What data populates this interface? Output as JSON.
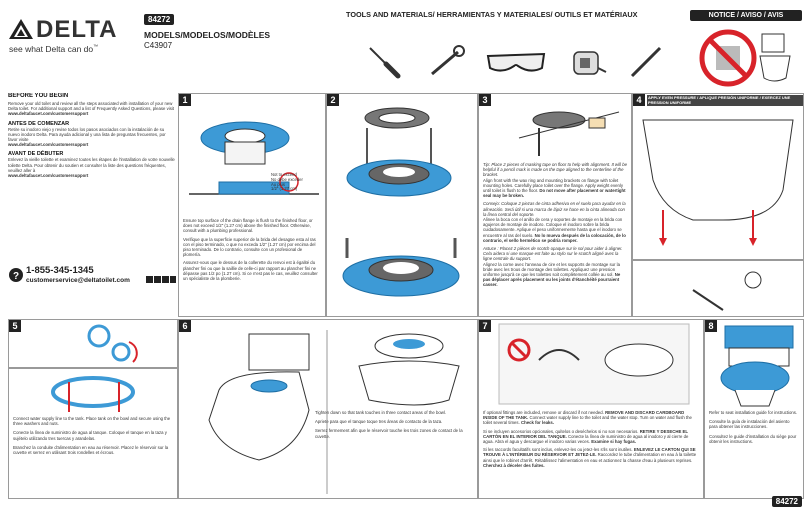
{
  "brand": {
    "name": "DELTA",
    "tagline": "see what Delta can do",
    "tm": "™"
  },
  "model": {
    "code": "84272",
    "title": "MODELS/MODELOS/MODÈLES",
    "number": "C43907"
  },
  "tools": {
    "heading": "TOOLS AND MATERIALS/ HERRAMIENTAS Y MATERIALES/ OUTILS ET MATÉRIAUX"
  },
  "notice": {
    "heading": "NOTICE / AVISO / AVIS"
  },
  "before": {
    "en_title": "BEFORE YOU BEGIN",
    "en_body": "Remove your old toilet and review all the steps associated with installation of your new Delta toilet. For additional support and a list of Frequently Asked Questions, please visit",
    "en_url": "www.deltafaucet.com/customersupport",
    "es_title": "ANTES DE COMENZAR",
    "es_body": "Retire su inodoro viejo y revise todos los pasos asociados con la instalación de su nuevo inodoro Delta. Para ayuda adicional y una lista de preguntas frecuentes, por favor visite",
    "es_url": "www.deltafaucet.com/customersupport",
    "fr_title": "AVANT DE DÉBUTER",
    "fr_body": "Enlevez la vieille toilette et examinez toutes les étapes de l'installation de votre nouvelle toilette Delta. Pour obtenir du soutien et consulter la liste des questions fréquentes, veuillez aller à",
    "fr_url": "www.deltafaucet.com/customersupport",
    "phone": "1-855-345-1345",
    "email": "customerservice@deltatoilet.com"
  },
  "steps": {
    "s1": {
      "num": "1",
      "callout": "Not to exceed\nNo debe exceder\nAu plus\n1/2\" (1.27 cm)",
      "en": "Ensure top surface of the drain flange is flush to the finished floor, or does not exceed 1/2\" (1.27 cm) above the finished floor. Otherwise, consult with a plumbing professional.",
      "es": "Verifique que la superficie superior de la brida del desagüe esta al ras con el piso terminado, o que no exceda 1/2\" (1.27 cm) por encima del piso terminado. De lo contrario, consulte con un profesional de plomería.",
      "fr": "Assurez-vous que le dessus de la collerette du renvoi est à égalité du plancher fini ou que la saillie de celle-ci par rapport au plancher fini ne dépasse pas 1/2 po (1.27 cm). Si ce n'est pas le cas, veuillez consulter un spécialiste de la plomberie."
    },
    "s2": {
      "num": "2"
    },
    "s3": {
      "num": "3",
      "tip_en": "Tip: Place 2 pieces of masking tape on floor to help with alignment. It will be helpful if a pencil mark is made on the tape aligned to the centerline of the bracket.",
      "en": "Align front with the wax ring and mounting brackets on flange with toilet mounting holes. Carefully place toilet over the flange. Apply weight evenly until toilet is flush to the floor.",
      "en_bold": "Do not move after placement or watertight seal may be broken.",
      "tip_es": "Consejo: Coloque 2 piezas de cinta adhesiva en el suelo para ayudar en la alineación. Será útil si una marca de lápiz se hace en la cinta alineada con la línea central del soporte.",
      "es": "Alinee la boca con el anillo de cera y soportes de montaje en la brida con agujeros de montaje de inodoro. Coloque el inodoro sobre la brida cuidadosamente. Aplique el peso uniformemente hasta que el inodoro se encuentre al ras del suelo.",
      "es_bold": "No lo mueva después de la colocación, de lo contrario, el sello hermético se podría romper.",
      "tip_fr": "Astuce : Placez 2 pièces de scotch opaque sur le sol pour aider à aligner. Cela aidera si une marque est faite au stylo sur le scotch aligné avec la ligne centrale du support.",
      "fr": "Alignez la corne avec l'anneau de cire et les supports de montage sur la bride avec les trous de montage des toilettes. Appliquez une pression uniforme jusqu'à ce que les toilettes soit complètement collée au sol.",
      "fr_bold": "Ne pas déplacer après placement ou les joints d'étanchéité pourraient casser."
    },
    "s4": {
      "num": "4",
      "banner": "APPLY EVEN PRESSURE / APLIQUE PRESIÓN UNIFORME / EXERCEZ UNE PRESSION UNIFORME"
    },
    "s5": {
      "num": "5",
      "en": "Connect water supply line to the tank. Place tank on the bowl and secure using the three washers and nuts.",
      "es": "Conecte la línea de suministro de agua al tanque. Coloque el tanque en la taza y sujételo utilizando tres tuercas y arandelas.",
      "fr": "Branchez la conduite d'alimentation en eau au réservoir. Placez le réservoir sur la cuvette et serrez en utilisant trois rondelles et écrous."
    },
    "s6": {
      "num": "6",
      "en": "Tighten down so that tank touches in three contact areas of the bowl.",
      "es": "Apriete para que el tanque toque tres áreas de contacto de la taza.",
      "fr": "Serrez fermement afin que le réservoir touche les trois zones de contact de la cuvette."
    },
    "s7": {
      "num": "7",
      "en": "If optional fittings are included, remove or discard if not needed.",
      "en_bold": "REMOVE AND DISCARD CARDBOARD INSIDE OF THE TANK.",
      "en2": "Connect water supply line to the toilet and the water stop. Turn on water and flush the toilet several times.",
      "en_bold2": "Check for leaks.",
      "es": "Si se incluyen accesorios opcionales, quítelos o deséchelos si no son necesarios.",
      "es_bold": "RETIRE Y DESECHE EL CARTÓN EN EL INTERIOR DEL TANQUE.",
      "es2": "Conecte la línea de suministro de agua al inodoro y al cierre de agua. Abra el agua y descargue el inodoro varias veces.",
      "es_bold2": "Examine si hay fugas.",
      "fr": "Si les raccords facultatifs sont inclus, enlevez-les ou jetez-les s'ils sont inutiles.",
      "fr_bold": "ENLEVEZ LE CARTON QUI SE TROUVE À L'INTÉRIEUR DU RÉSERVOIR ET JETEZ-LE.",
      "fr2": "Raccordez le tube d'alimentation en eau à la toilette ainsi que le robinet d'arrêt. Rétablissez l'alimentation en eau et actionnez la chasse d'eau à plusieurs reprises.",
      "fr_bold2": "Cherchez à déceler des fuites."
    },
    "s8": {
      "num": "8",
      "en": "Refer to seat installation guide for instructions.",
      "es": "Consulte la guía de instalación del asiento para obtener las instrucciones.",
      "fr": "Consultez le guide d'installation du siège pour obtenir les instructions."
    }
  },
  "footer": {
    "code": "84272"
  },
  "colors": {
    "accent_blue": "#3d9ad6",
    "warning_red": "#d8232a",
    "dark": "#222222"
  }
}
